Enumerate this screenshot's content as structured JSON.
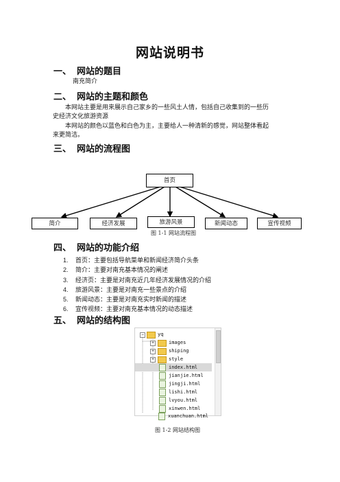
{
  "doc": {
    "title": "网站说明书",
    "sections": [
      {
        "num": "一、",
        "title": "网站的题目"
      },
      {
        "num": "二、",
        "title": "网站的主题和颜色"
      },
      {
        "num": "三、",
        "title": "网站的流程图"
      },
      {
        "num": "四、",
        "title": "网站的功能介绍"
      },
      {
        "num": "五、",
        "title": "网站的结构图"
      }
    ],
    "site_name": "南充简介",
    "theme_para_1_line_1": "本网站主要是用来展示自己家乡的一些风土人情，包括自己收集到的一些历",
    "theme_para_1_line_2": "史经济文化旅游资源",
    "theme_para_2_line_1": "本网站的颜色以蓝色和白色为主，主要给人一种清新的感觉，网站整体看起",
    "theme_para_2_line_2": "来更简洁。",
    "flowchart": {
      "root": "首页",
      "children": [
        "简介",
        "经济发展",
        "旅游风景",
        "新闻动态",
        "宣传视频"
      ],
      "caption": "图 1-1 网站流程图"
    },
    "functions": [
      {
        "n": "1.",
        "text": "首页：主要包括导航菜单和新闻经济简介头条"
      },
      {
        "n": "2.",
        "text": "简介：主要对南充基本情况的阐述"
      },
      {
        "n": "3.",
        "text": "经济页：主要是对南充近几年经济发展情况的介绍"
      },
      {
        "n": "4.",
        "text": "旅游风景：主要是对南充一些景点的介绍"
      },
      {
        "n": "5.",
        "text": "新闻动态：主要是对南充实时新闻的描述"
      },
      {
        "n": "6.",
        "text": "宣传视频：主要对南充基本情况的动态描述"
      }
    ],
    "tree": {
      "root": "yq",
      "folders": [
        "images",
        "shiping",
        "style"
      ],
      "files": [
        "index.html",
        "jianjie.html",
        "jingji.html",
        "lishi.html",
        "lvyou.html",
        "xinwen.html",
        "xuanchuan.html"
      ],
      "selected": "index.html",
      "caption": "图 1-2 网站结构图"
    }
  }
}
